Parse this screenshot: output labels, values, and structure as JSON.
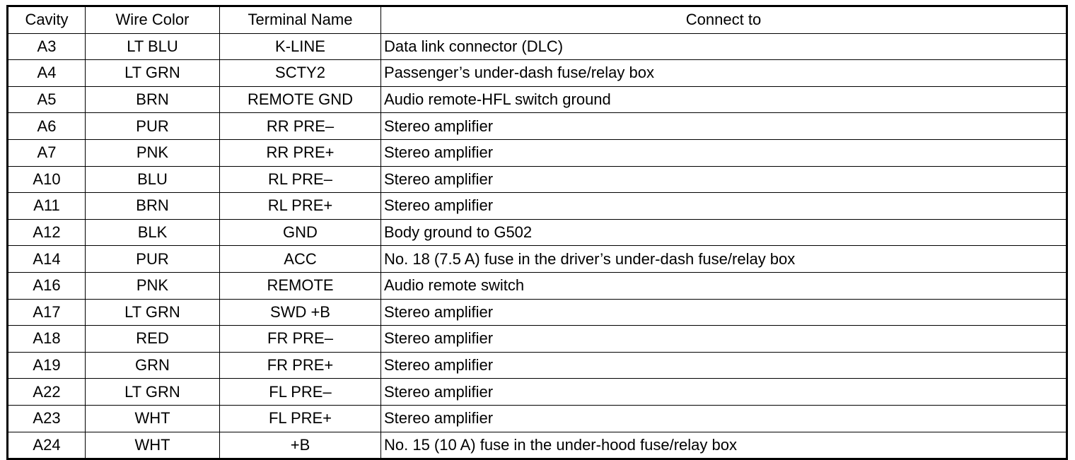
{
  "table": {
    "headers": {
      "cavity": "Cavity",
      "wire_color": "Wire Color",
      "terminal_name": "Terminal Name",
      "connect_to": "Connect to"
    },
    "rows": [
      {
        "cavity": "A3",
        "wire_color": "LT BLU",
        "terminal_name": "K-LINE",
        "connect_to": "Data link connector (DLC)"
      },
      {
        "cavity": "A4",
        "wire_color": "LT GRN",
        "terminal_name": "SCTY2",
        "connect_to": "Passenger’s under-dash fuse/relay box"
      },
      {
        "cavity": "A5",
        "wire_color": "BRN",
        "terminal_name": "REMOTE GND",
        "connect_to": "Audio remote-HFL switch ground"
      },
      {
        "cavity": "A6",
        "wire_color": "PUR",
        "terminal_name": "RR PRE–",
        "connect_to": "Stereo amplifier"
      },
      {
        "cavity": "A7",
        "wire_color": "PNK",
        "terminal_name": "RR PRE+",
        "connect_to": "Stereo amplifier"
      },
      {
        "cavity": "A10",
        "wire_color": "BLU",
        "terminal_name": "RL PRE–",
        "connect_to": "Stereo amplifier"
      },
      {
        "cavity": "A11",
        "wire_color": "BRN",
        "terminal_name": "RL PRE+",
        "connect_to": "Stereo amplifier"
      },
      {
        "cavity": "A12",
        "wire_color": "BLK",
        "terminal_name": "GND",
        "connect_to": "Body ground to G502"
      },
      {
        "cavity": "A14",
        "wire_color": "PUR",
        "terminal_name": "ACC",
        "connect_to": "No. 18 (7.5 A) fuse in the driver’s under-dash fuse/relay box"
      },
      {
        "cavity": "A16",
        "wire_color": "PNK",
        "terminal_name": "REMOTE",
        "connect_to": "Audio remote switch"
      },
      {
        "cavity": "A17",
        "wire_color": "LT GRN",
        "terminal_name": "SWD +B",
        "connect_to": "Stereo amplifier"
      },
      {
        "cavity": "A18",
        "wire_color": "RED",
        "terminal_name": "FR PRE–",
        "connect_to": "Stereo amplifier"
      },
      {
        "cavity": "A19",
        "wire_color": "GRN",
        "terminal_name": "FR PRE+",
        "connect_to": "Stereo amplifier"
      },
      {
        "cavity": "A22",
        "wire_color": "LT GRN",
        "terminal_name": "FL PRE–",
        "connect_to": "Stereo amplifier"
      },
      {
        "cavity": "A23",
        "wire_color": "WHT",
        "terminal_name": "FL PRE+",
        "connect_to": "Stereo amplifier"
      },
      {
        "cavity": "A24",
        "wire_color": "WHT",
        "terminal_name": "+B",
        "connect_to": "No. 15 (10 A) fuse in the under-hood fuse/relay box"
      }
    ]
  }
}
